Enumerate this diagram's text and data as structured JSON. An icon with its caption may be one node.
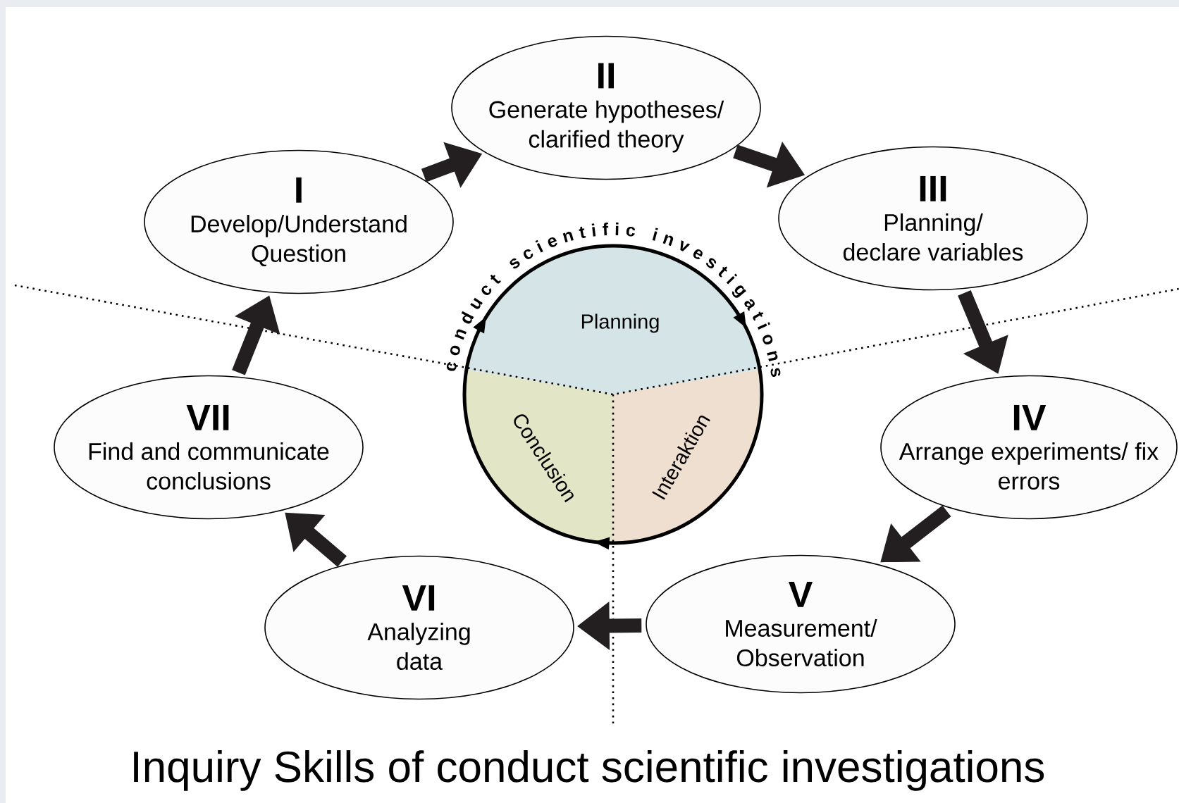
{
  "diagram": {
    "title": "Inquiry Skills of conduct scientific investigations",
    "nodes": [
      {
        "text": [
          "I",
          "Develop/Understand Question"
        ]
      },
      {
        "text": [
          "II",
          "Generate hypotheses/ clarified theory"
        ]
      },
      {
        "text": [
          "III",
          "Planning/ declare variables"
        ]
      },
      {
        "text": [
          "IV",
          "Arrange experiments/ fix errors"
        ]
      },
      {
        "text": [
          "V",
          "Measurement/ Observation"
        ]
      },
      {
        "text": [
          "VI",
          "Analyzing data"
        ]
      },
      {
        "text": [
          "VII",
          "Find and communicate conclusions"
        ]
      },
      {
        "text": [],
        "shape": "circle",
        "beside": [
          "conduct scientific investigations"
        ]
      },
      {
        "text": [
          "Planning"
        ],
        "in": 7
      },
      {
        "text": [
          "Conclusion"
        ],
        "in": 7
      },
      {
        "text": [
          "Interaktion"
        ],
        "in": 7
      }
    ],
    "edges": [
      {
        "from": 0,
        "to": 1,
        "arrow": "to"
      },
      {
        "from": 1,
        "to": 2,
        "arrow": "to"
      },
      {
        "from": 2,
        "to": 3,
        "arrow": "to"
      },
      {
        "from": 3,
        "to": 4,
        "arrow": "to"
      },
      {
        "from": 4,
        "to": 5,
        "arrow": "to"
      },
      {
        "from": 5,
        "to": 6,
        "arrow": "to"
      },
      {
        "from": 6,
        "to": 0,
        "arrow": "to"
      }
    ]
  }
}
